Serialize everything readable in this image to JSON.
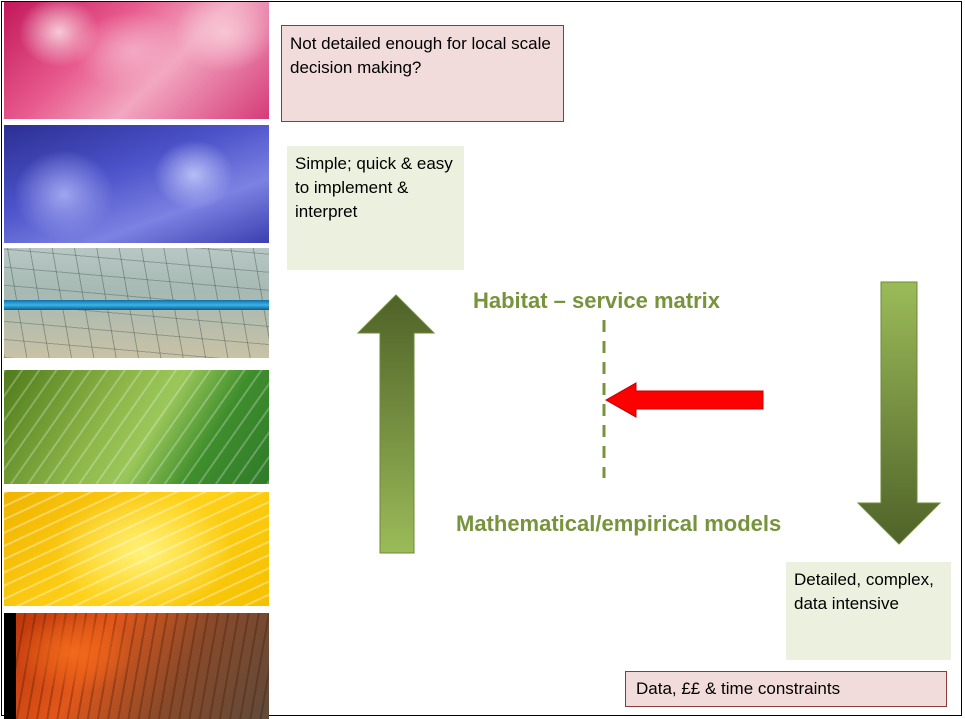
{
  "boxes": {
    "not_detailed": "Not detailed enough for local scale decision making?",
    "simple": "Simple; quick & easy to implement & interpret",
    "detailed": "Detailed, complex, data intensive",
    "constraints": "Data, ££ & time constraints"
  },
  "labels": {
    "habitat_matrix": "Habitat – service matrix",
    "math_models": "Mathematical/empirical models"
  },
  "colors": {
    "heading_green": "#77933c",
    "arrow_green_light": "#9bbb59",
    "arrow_green_dark": "#4f6228",
    "arrow_red": "#ff0000",
    "box_pink": "#f2dcdb",
    "box_green": "#ebf1de"
  }
}
